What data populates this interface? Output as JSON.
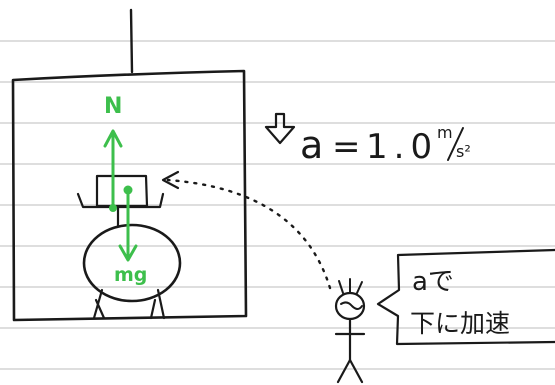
{
  "labels": {
    "normal_force": "N",
    "gravity": "mg",
    "acceleration_symbol": "a",
    "equals": "=",
    "acceleration_value": "1.0",
    "acceleration_unit_num": "m",
    "acceleration_unit_den": "s²",
    "speech_line1": "aで",
    "speech_line2": "下に加速"
  },
  "colors": {
    "ink": "#1a1a1a",
    "force_arrows": "#3dbf4c",
    "ruled_lines": "#c9c9c9",
    "paper": "#ffffff"
  }
}
